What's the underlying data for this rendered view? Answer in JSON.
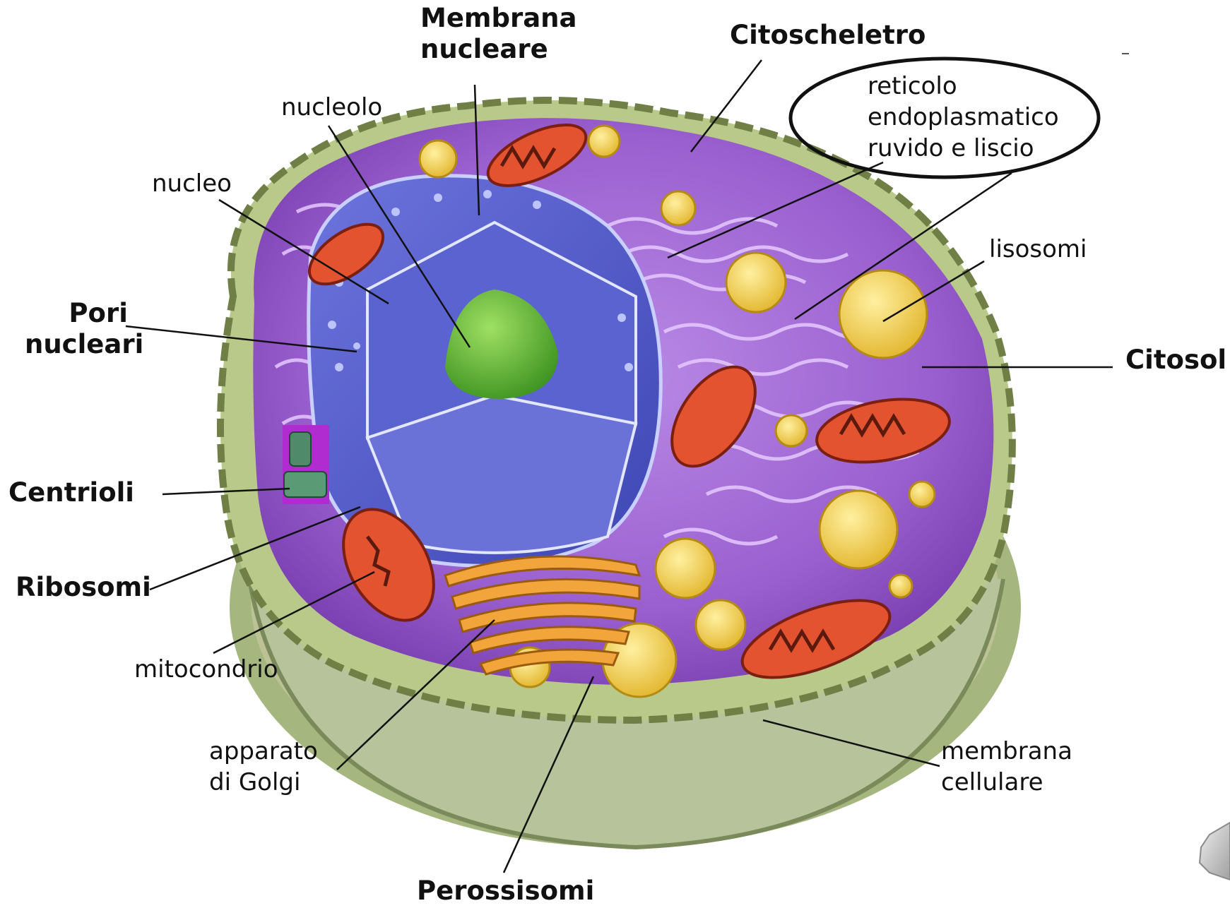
{
  "labels": {
    "membrana_nucleare": [
      "Membrana",
      "nucleare"
    ],
    "citoscheletro": "Citoscheletro",
    "reticolo": [
      "reticolo",
      "endoplasmatico",
      "ruvido  e liscio"
    ],
    "nucleolo": "nucleolo",
    "nucleo": "nucleo",
    "lisosomi": "lisosomi",
    "pori_nucleari": [
      "Pori",
      "nucleari"
    ],
    "citosol": "Citosol",
    "centrioli": "Centrioli",
    "ribosomi": "Ribosomi",
    "mitocondrio": "mitocondrio",
    "apparato_golgi": [
      "apparato",
      "di Golgi"
    ],
    "membrana_cellulare": [
      "membrana",
      "cellulare"
    ],
    "perossisomi": "Perossisomi"
  },
  "colors": {
    "cytoplasm": "#9a5fcf",
    "nucleus": "#4f59c9",
    "nucleolus": "#64b93a",
    "mitochondrion": "#e4532f",
    "lysosome": "#f0cf4a",
    "golgi": "#f2a53a",
    "membrane": "#9fb38a"
  },
  "icons": {
    "cell": "animal-cell-illustration",
    "speaker": "speaker-icon"
  }
}
